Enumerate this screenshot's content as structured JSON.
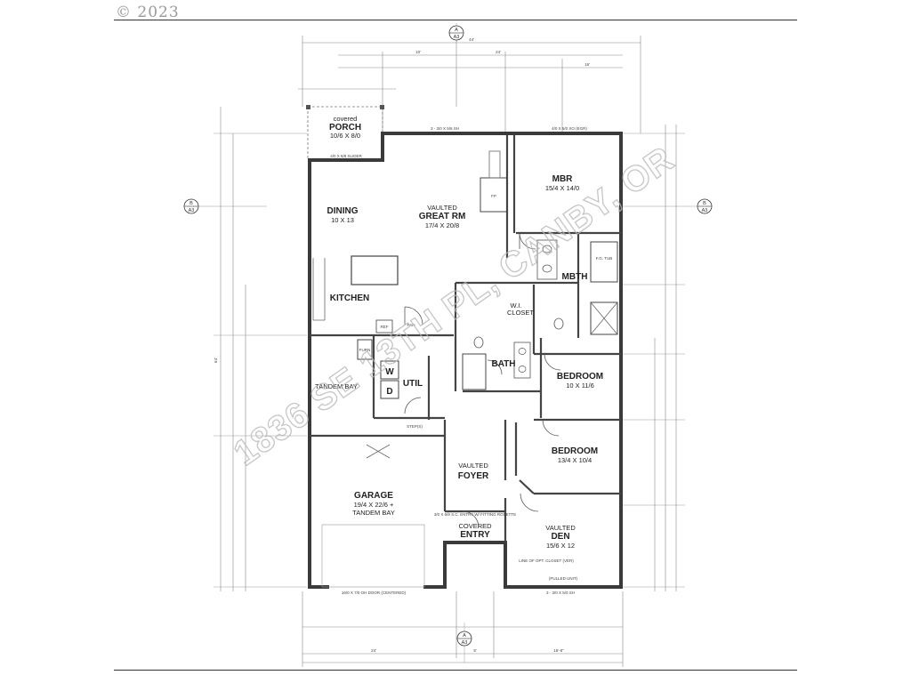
{
  "copyright": "© 2023",
  "watermark": "1836 SE 13TH PL, CANBY, OR",
  "rooms": [
    {
      "key": "porch",
      "name": "PORCH",
      "prefix": "covered",
      "dims": "10/6 X 8/0"
    },
    {
      "key": "dining",
      "name": "DINING",
      "dims": "10 X 13"
    },
    {
      "key": "great",
      "name": "GREAT RM",
      "prefix": "VAULTED",
      "dims": "17/4 X 20/8"
    },
    {
      "key": "mbr",
      "name": "MBR",
      "dims": "15/4 X 14/0"
    },
    {
      "key": "kitchen",
      "name": "KITCHEN"
    },
    {
      "key": "mbth",
      "name": "MBTH"
    },
    {
      "key": "wi-closet",
      "name": "CLOSET",
      "prefix": "W.I."
    },
    {
      "key": "bath",
      "name": "BATH"
    },
    {
      "key": "util",
      "name": "UTIL"
    },
    {
      "key": "bedroom-1",
      "name": "BEDROOM",
      "dims": "10 X 11/6"
    },
    {
      "key": "bedroom-2",
      "name": "BEDROOM",
      "dims": "13/4 X 10/4"
    },
    {
      "key": "foyer",
      "name": "FOYER",
      "prefix": "VAULTED"
    },
    {
      "key": "garage",
      "name": "GARAGE",
      "dims": "19/4 X 22/6 +",
      "suffix": "TANDEM BAY"
    },
    {
      "key": "entry",
      "name": "ENTRY",
      "prefix": "COVERED"
    },
    {
      "key": "den",
      "name": "DEN",
      "prefix": "VAULTED",
      "dims": "15/6 X 12"
    }
  ],
  "labels": {
    "ref": "REF",
    "pan": "PAN",
    "furn": "FURN",
    "tandem_bay": "TANDEM BAY",
    "washer": "W",
    "dryer": "D",
    "fp": "FP",
    "steps": "STEP(S)",
    "fg_tub": "F.G. TUB"
  },
  "callouts": {
    "slider": "4/0 X 6/8 SLIDER",
    "great_windows": "3 - 3/0 X 5/6 SH",
    "mbr_window": "4/0 X 5/0 XO (EGR)",
    "garage_door": "16/0 X 7/0 OH DOOR (CENTERED)",
    "den_window": "3 - 3/0 X 5/0 SH",
    "den_closet": "LINE OF OPT. CLOSET (VER)",
    "den_note": "(PULLED UNIT)",
    "entry_door": "3/0 X 6/8 S.C. ENTRY W/ FITTING ROSETTE"
  },
  "dimensions": {
    "overall_width": "44'",
    "overall_depth": "64'",
    "top_seg_1": "10'",
    "top_seg_2": "24'",
    "top_seg_3": "16'",
    "bottom_seg_1": "24'",
    "bottom_seg_2": "5'",
    "bottom_seg_3": "16'-8\""
  },
  "section_markers": {
    "top": "A",
    "bottom": "A",
    "left": "B",
    "right": "B",
    "sheet": "A3"
  }
}
